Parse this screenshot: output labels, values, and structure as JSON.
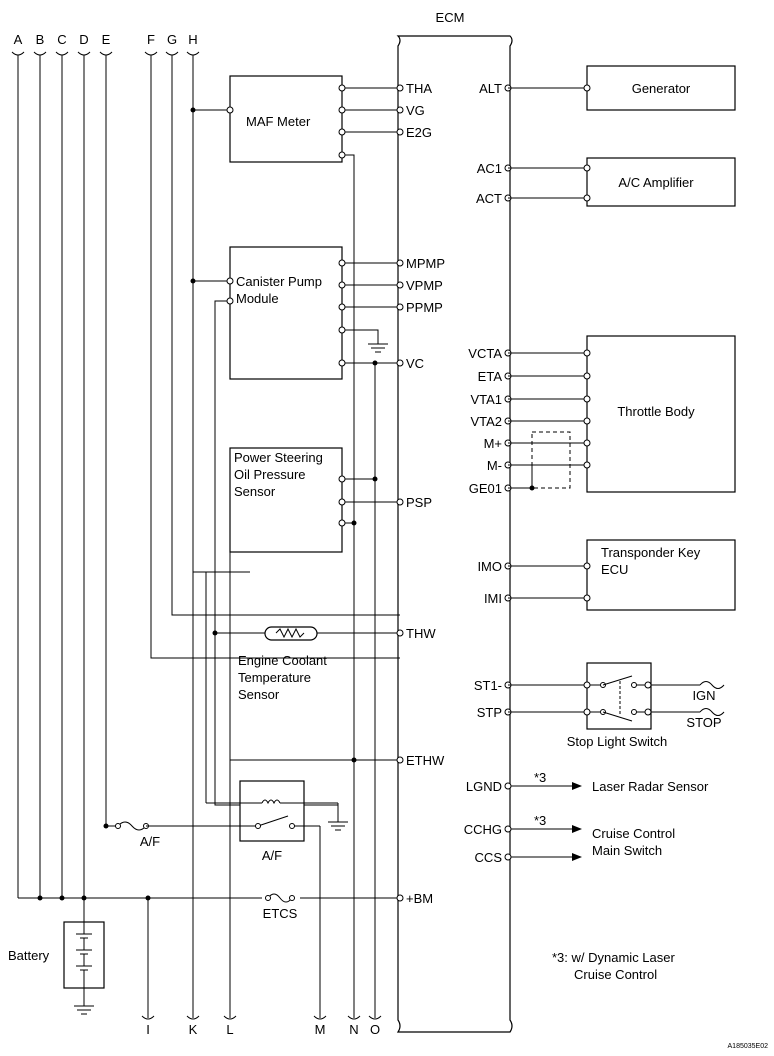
{
  "ecm_title": "ECM",
  "top_connectors": [
    "A",
    "B",
    "C",
    "D",
    "E",
    "F",
    "G",
    "H"
  ],
  "bottom_connectors": [
    "I",
    "K",
    "L",
    "M",
    "N",
    "O"
  ],
  "left_components": {
    "maf": "MAF Meter",
    "canister": [
      "Canister Pump",
      "Module"
    ],
    "ps": [
      "Power Steering",
      "Oil Pressure",
      "Sensor"
    ],
    "ect": [
      "Engine Coolant",
      "Temperature",
      "Sensor"
    ],
    "fuse_af": "A/F",
    "relay_af": "A/F",
    "fuse_etcs": "ETCS",
    "battery": "Battery"
  },
  "ecm_left_pins": {
    "tha": "THA",
    "vg": "VG",
    "e2g": "E2G",
    "mpmp": "MPMP",
    "vpmp": "VPMP",
    "ppmp": "PPMP",
    "vc": "VC",
    "psp": "PSP",
    "thw": "THW",
    "ethw": "ETHW",
    "bm": "+BM"
  },
  "ecm_right_pins": {
    "alt": "ALT",
    "ac1": "AC1",
    "act": "ACT",
    "vcta": "VCTA",
    "eta": "ETA",
    "vta1": "VTA1",
    "vta2": "VTA2",
    "mplus": "M+",
    "mminus": "M-",
    "ge01": "GE01",
    "imo": "IMO",
    "imi": "IMI",
    "st1": "ST1-",
    "stp": "STP",
    "lgnd": "LGND",
    "cchg": "CCHG",
    "ccs": "CCS"
  },
  "right_components": {
    "generator": "Generator",
    "ac_amp": "A/C Amplifier",
    "throttle": "Throttle Body",
    "transponder": [
      "Transponder Key",
      "ECU"
    ],
    "stop_switch": "Stop Light Switch",
    "ign": "IGN",
    "stop": "STOP",
    "laser": "Laser Radar Sensor",
    "cruise": [
      "Cruise Control",
      "Main Switch"
    ],
    "note_mark_1": "*3",
    "note_mark_2": "*3",
    "footnote": [
      "*3: w/ Dynamic Laser",
      "Cruise Control"
    ]
  },
  "figure_id": "A185035E02"
}
